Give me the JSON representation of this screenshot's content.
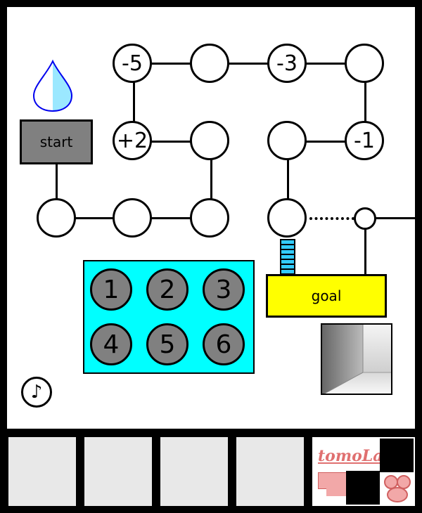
{
  "drop": {
    "icon": "water-drop-icon"
  },
  "start": {
    "label": "start"
  },
  "goal": {
    "label": "goal"
  },
  "nodes": {
    "r1c1": "-5",
    "r1c2": "",
    "r1c3": "-3",
    "r1c4": "",
    "r2c1": "+2",
    "r2c2": "",
    "r2c3": "",
    "r2c4": "-1",
    "r3c1": "",
    "r3c2": "",
    "r3c3": "",
    "r3c4": ""
  },
  "keypad": {
    "keys": [
      "1",
      "2",
      "3",
      "4",
      "5",
      "6"
    ]
  },
  "music": {
    "icon": "music-note-icon",
    "glyph": "♪"
  },
  "inventory": {
    "slots": [
      "",
      "",
      "",
      ""
    ]
  },
  "logo": {
    "text": "tomoLa"
  },
  "colors": {
    "keypad_bg": "#00ffff",
    "goal_bg": "#ffff00",
    "start_bg": "#808080",
    "ladder": "#33ccff"
  }
}
